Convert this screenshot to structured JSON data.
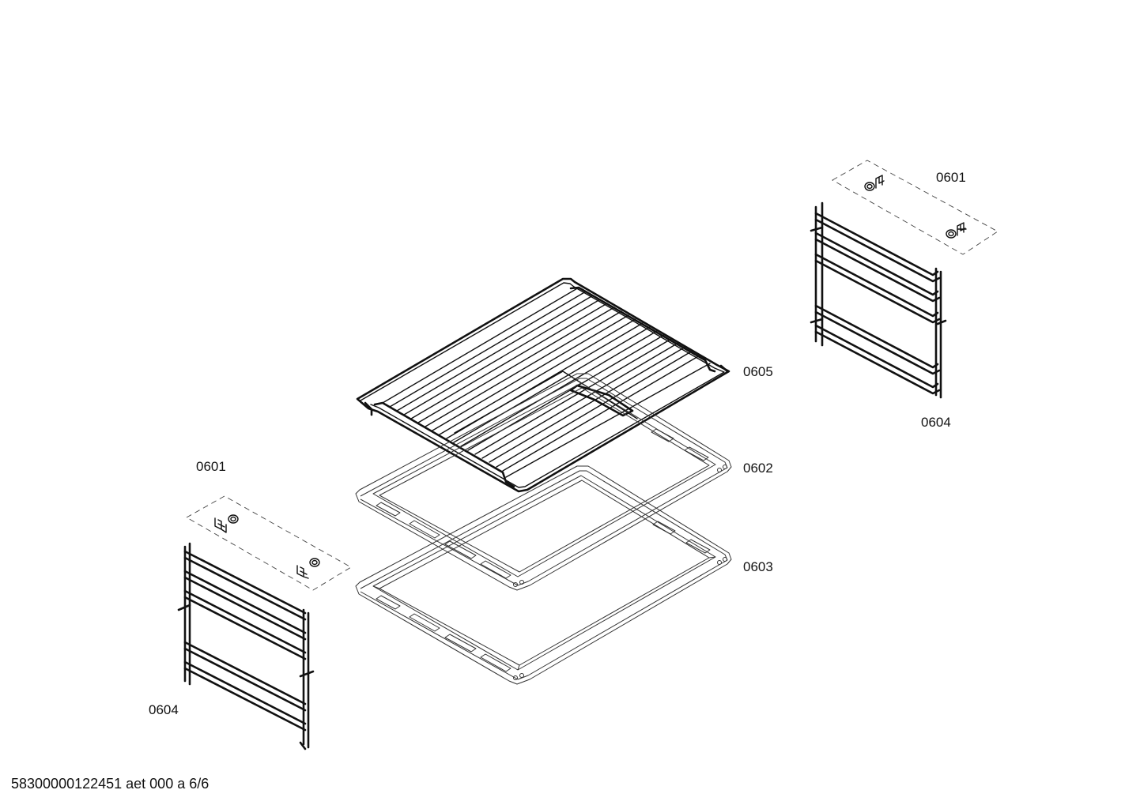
{
  "diagram": {
    "parts": {
      "clips_right": "0601",
      "clips_left": "0601",
      "rail_right": "0604",
      "rail_left": "0604",
      "wire_rack": "0605",
      "baking_tray": "0602",
      "deep_pan": "0603"
    },
    "footer": "58300000122451 aet 000 a 6/6",
    "colors": {
      "line": "#111111",
      "background": "#ffffff"
    }
  }
}
